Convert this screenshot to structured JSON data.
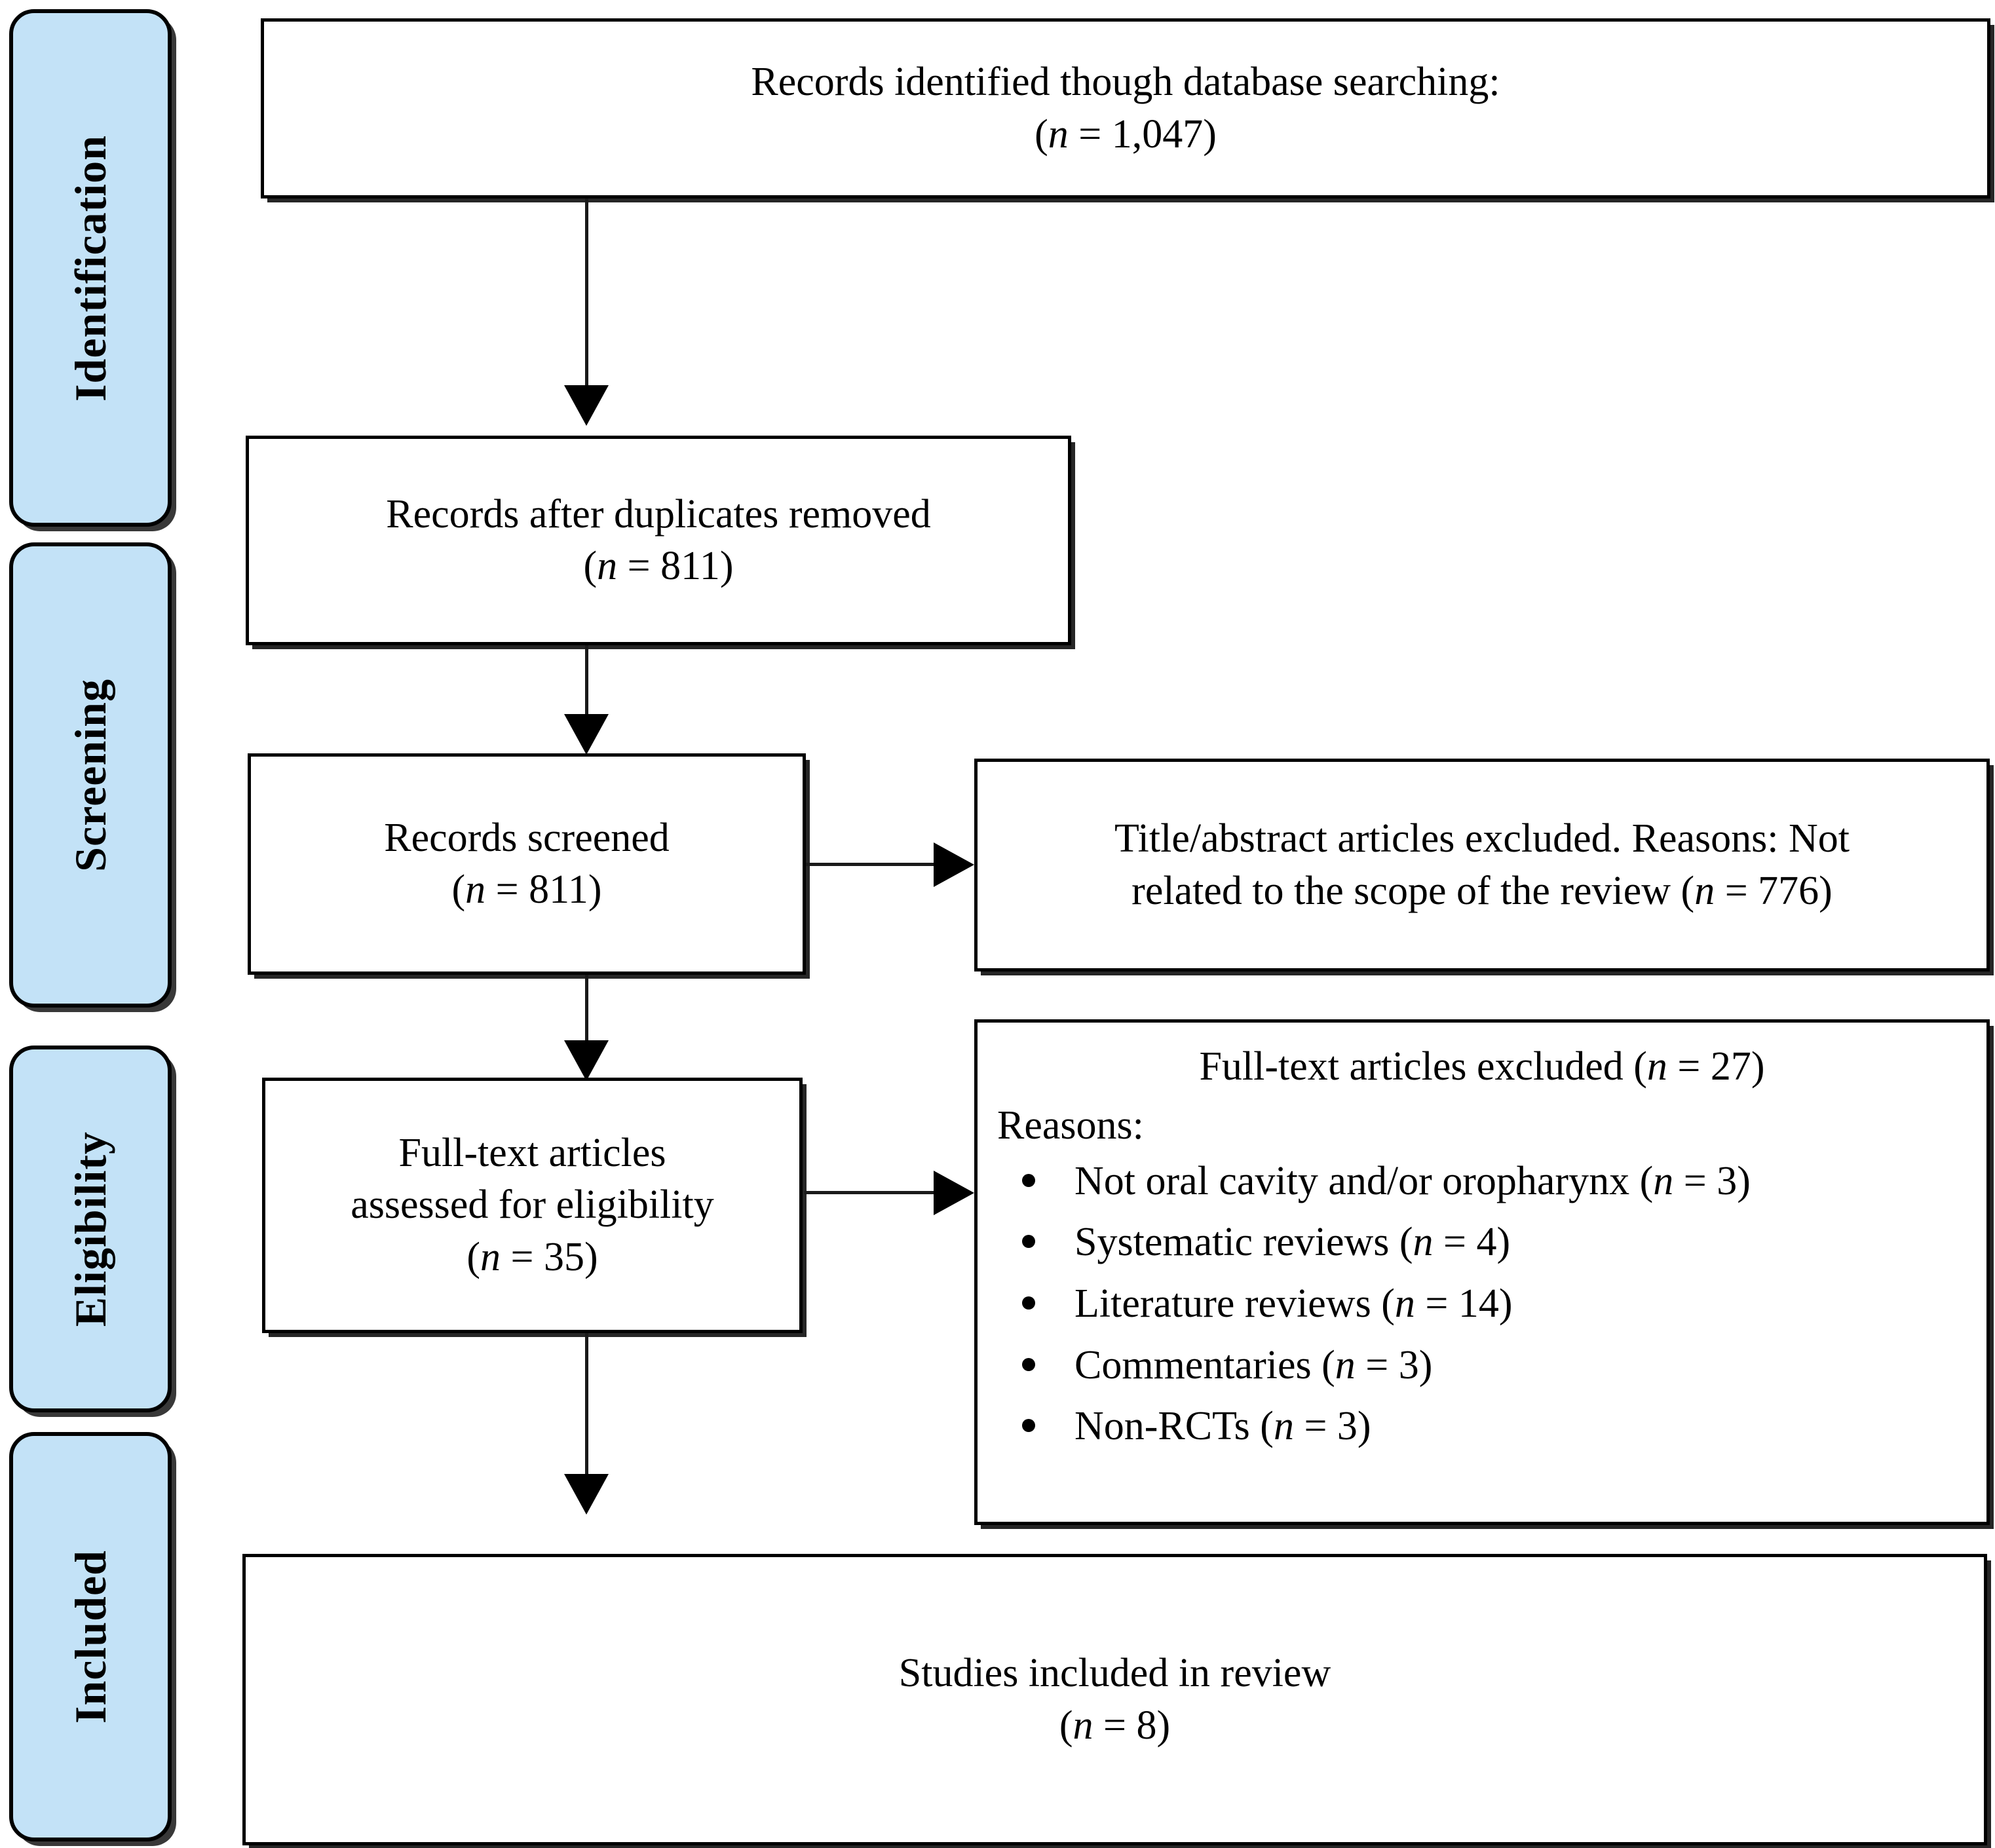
{
  "diagram": {
    "title": "PRISMA flow diagram",
    "stage_fill_color": "#c3e2f7",
    "border_color": "#000000",
    "background_color": "#ffffff"
  },
  "stages": [
    {
      "label": "Identification"
    },
    {
      "label": "Screening"
    },
    {
      "label": "Eligibility"
    },
    {
      "label": "Included"
    }
  ],
  "boxes": {
    "identified": {
      "line1": "Records identified though database searching:",
      "line2_pre": "(",
      "line2_n": "n",
      "line2_post": " = 1,047)"
    },
    "duplicates_removed": {
      "line1": "Records after duplicates removed",
      "line2_pre": "(",
      "line2_n": "n",
      "line2_post": " = 811)"
    },
    "screened": {
      "line1": "Records screened",
      "line2_pre": "(",
      "line2_n": "n",
      "line2_post": " = 811)"
    },
    "title_abstract_excluded": {
      "line1": "Title/abstract articles excluded. Reasons: Not",
      "line2_pre": "related to the scope of the review (",
      "line2_n": "n",
      "line2_post": " = 776)"
    },
    "fulltext_assessed": {
      "line1": "Full-text articles",
      "line2": "assessed for eligibility",
      "line3_pre": "(",
      "line3_n": "n",
      "line3_post": " = 35)"
    },
    "fulltext_excluded": {
      "title_pre": "Full-text articles excluded (",
      "title_n": "n",
      "title_post": " = 27)",
      "lead": "Reasons:",
      "reasons": [
        {
          "text": "Not oral cavity and/or oropharynx (",
          "n": "n",
          "after": " = 3)"
        },
        {
          "text": "Systematic reviews (",
          "n": "n",
          "after": " = 4)"
        },
        {
          "text": "Literature reviews (",
          "n": "n",
          "after": " = 14)"
        },
        {
          "text": "Commentaries (",
          "n": "n",
          "after": " = 3)"
        },
        {
          "text": "Non-RCTs (",
          "n": "n",
          "after": " = 3)"
        }
      ]
    },
    "included": {
      "line1": "Studies included in review",
      "line2_pre": "(",
      "line2_n": "n",
      "line2_post": " = 8)"
    }
  },
  "chart_data": {
    "type": "diagram",
    "title": "PRISMA flow diagram",
    "nodes": [
      {
        "id": "identified",
        "stage": "Identification",
        "label": "Records identified though database searching",
        "n": 1047
      },
      {
        "id": "duplicates_removed",
        "stage": "Screening",
        "label": "Records after duplicates removed",
        "n": 811
      },
      {
        "id": "screened",
        "stage": "Screening",
        "label": "Records screened",
        "n": 811
      },
      {
        "id": "title_abstract_excluded",
        "stage": "Screening",
        "label": "Title/abstract articles excluded. Reasons: Not related to the scope of the review",
        "n": 776
      },
      {
        "id": "fulltext_assessed",
        "stage": "Eligibility",
        "label": "Full-text articles assessed for eligibility",
        "n": 35
      },
      {
        "id": "fulltext_excluded",
        "stage": "Eligibility",
        "label": "Full-text articles excluded",
        "n": 27,
        "reasons": [
          {
            "label": "Not oral cavity and/or oropharynx",
            "n": 3
          },
          {
            "label": "Systematic reviews",
            "n": 4
          },
          {
            "label": "Literature reviews",
            "n": 14
          },
          {
            "label": "Commentaries",
            "n": 3
          },
          {
            "label": "Non-RCTs",
            "n": 3
          }
        ]
      },
      {
        "id": "included",
        "stage": "Included",
        "label": "Studies included in review",
        "n": 8
      }
    ],
    "edges": [
      {
        "from": "identified",
        "to": "duplicates_removed",
        "direction": "down"
      },
      {
        "from": "duplicates_removed",
        "to": "screened",
        "direction": "down"
      },
      {
        "from": "screened",
        "to": "title_abstract_excluded",
        "direction": "right"
      },
      {
        "from": "screened",
        "to": "fulltext_assessed",
        "direction": "down"
      },
      {
        "from": "fulltext_assessed",
        "to": "fulltext_excluded",
        "direction": "right"
      },
      {
        "from": "fulltext_assessed",
        "to": "included",
        "direction": "down"
      }
    ]
  }
}
